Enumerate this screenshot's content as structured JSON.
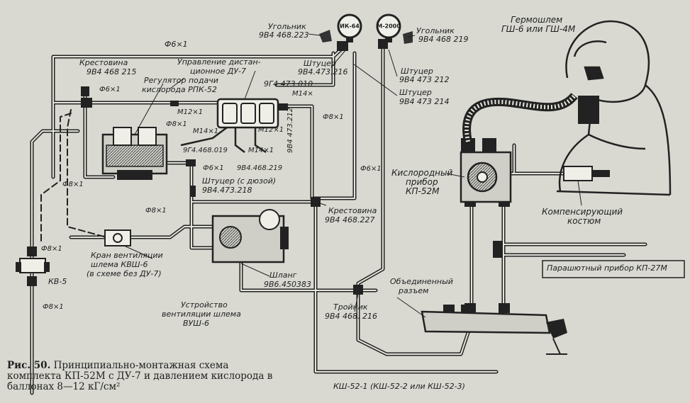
{
  "figure": {
    "caption_prefix": "Рис. 50.",
    "caption_text": "Принципиально-монтажная схема комплекта КП-52М с ДУ-7 и давлением кислорода в баллонах 8—12 кГ/см²"
  },
  "gauges": {
    "ik64": "ИК-64",
    "m2000": "М-2000"
  },
  "labels": {
    "ugolnik_left": "Угольник",
    "ugolnik_left_code": "9В4 468.223",
    "ugolnik_right": "Угольник",
    "ugolnik_right_code": "9В4 468 219",
    "germoshlem": "Гермошлем",
    "germoshlem_type": "ГШ-6 или ГШ-4М",
    "pipe_top": "Ф6×1",
    "krestovina_top": "Крестовина",
    "krestovina_top_code": "9В4 468 215",
    "upravlenie_1": "Управление дистан-",
    "upravlenie_2": "ционное ДУ-7",
    "shtucer_top": "Штуцер",
    "shtucer_top_code": "9В4.473.216",
    "shtucer_mid": "Штуцер",
    "shtucer_mid_code": "9В4 473 212",
    "shtucer_low": "Штуцер",
    "shtucer_low_code": "9В4 473 214",
    "regulator_1": "Регулятор подачи",
    "regulator_2": "кислорода РПК-52",
    "pipe_f6_left": "Ф6×1",
    "code_9g4_010": "9Г4 473 010",
    "m14_right": "М14×",
    "m12_left": "М12×1",
    "f8_left": "Ф8×1",
    "m14_left": "М14×1",
    "m12_right": "М12×1",
    "code_9g4_019": "9Г4.468.019",
    "m14_low": "М14×1",
    "code_9v4_212_vert": "9В4 473.212",
    "f8_vert": "Ф8×1",
    "f6_mid": "Ф6×1",
    "code_9b4_219": "9В4.468.219",
    "f6_right": "Ф6×1",
    "shtucer_dyuza": "Штуцер (с дюзой)",
    "shtucer_dyuza_code": "9В4.473.218",
    "f8_side": "Ф8×1",
    "f8_mid": "Ф8×1",
    "krestovina_mid": "Крестовина",
    "krestovina_mid_code": "9В4 468.227",
    "kislorod_1": "Кислородный",
    "kislorod_2": "прибор",
    "kislorod_3": "КП-52М",
    "kompens_1": "Компенсирующий",
    "kompens_2": "костюм",
    "f8_kv": "Ф8×1",
    "kran_1": "Кран вентиляции",
    "kran_2": "шлема КВШ-6",
    "kran_3": "(в схеме без ДУ-7)",
    "kv5": "КВ-5",
    "f8_bottom": "Ф8×1",
    "shlang": "Шланг",
    "shlang_code": "9В6.450383",
    "ustr_1": "Устройство",
    "ustr_2": "вентиляции шлема",
    "ustr_3": "ВУШ-6",
    "troinik": "Тройник",
    "troinik_code": "9В4 468. 216",
    "razem_1": "Объединенный",
    "razem_2": "разъем",
    "parashut": "Парашютный прибор КП-27М",
    "ksh": "КШ-52-1   (КШ-52-2  или КШ-52-3)"
  },
  "colors": {
    "background": "#d9d9d2",
    "ink": "#1e1e1e",
    "pipe_fill": "#e4e4dc"
  }
}
